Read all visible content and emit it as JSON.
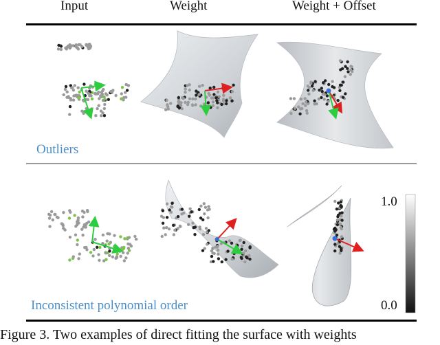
{
  "figure": {
    "column_headers": [
      "Input",
      "Weight",
      "Weight + Offset"
    ],
    "row_labels": [
      "Outliers",
      "Inconsistent polynomial order"
    ],
    "colorbar": {
      "max_label": "1.0",
      "min_label": "0.0"
    },
    "caption": "Figure 3. Two examples of direct fitting the surface with weights",
    "colors": {
      "row_label": "#4a8fc8",
      "normal_vector": "#e02020",
      "fitted_axis": "#2ecc40",
      "surface": "#d2d5d9",
      "point_light": "#9a9a9a",
      "point_dark": "#222222"
    }
  }
}
